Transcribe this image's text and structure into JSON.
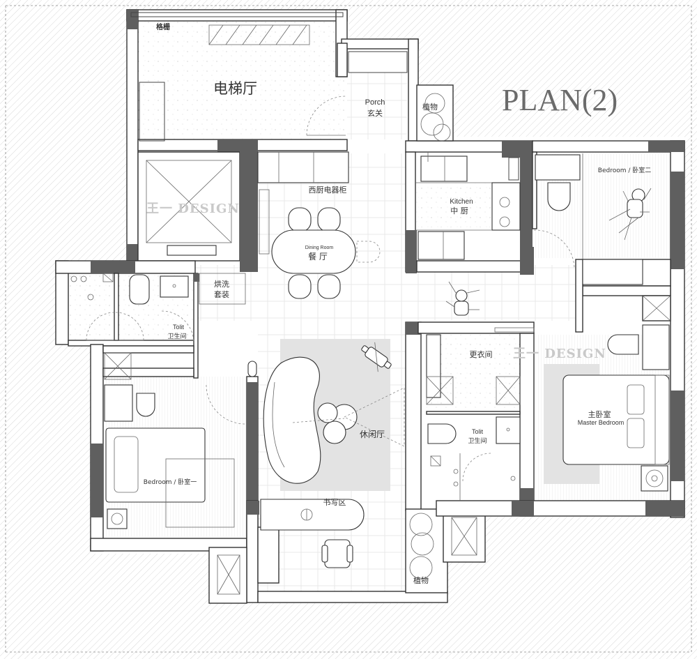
{
  "title": "PLAN(2)",
  "watermark": "王一 DESIGN",
  "colors": {
    "wall": "#ffffff",
    "column": "#5f5f5f",
    "line": "#333333",
    "rug": "#e3e3e3",
    "background_hatch": "#d8d8d8"
  },
  "rooms": {
    "lift_hall": "电梯厅",
    "grille": "格栅",
    "porch_en": "Porch",
    "porch_cn": "玄关",
    "plants_top": "植物",
    "plants_bottom": "植物",
    "western_kitchen_cabinet": "西厨电器柜",
    "dining_en": "Dining Room",
    "dining_cn": "餐 厅",
    "kitchen_en": "Kitchen",
    "kitchen_cn": "中 厨",
    "bedroom2": "Bedroom / 卧室二",
    "laundry_line1": "烘洗",
    "laundry_line2": "套装",
    "toilet_left_en": "Tolit",
    "toilet_left_cn": "卫生间",
    "dressing": "更衣间",
    "lounge": "休闲厅",
    "toilet_right_en": "Tolit",
    "toilet_right_cn": "卫生间",
    "master_cn": "主卧室",
    "master_en": "Master Bedroom",
    "bedroom1": "Bedroom / 卧室一",
    "study": "书写区"
  }
}
